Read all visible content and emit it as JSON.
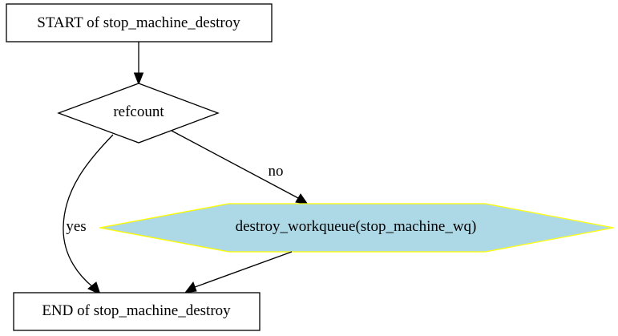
{
  "diagram": {
    "nodes": {
      "start": {
        "label": "START of stop_machine_destroy"
      },
      "decision": {
        "label": "refcount"
      },
      "action": {
        "label": "destroy_workqueue(stop_machine_wq)",
        "fill": "#add8e6",
        "stroke": "#ffff00"
      },
      "end": {
        "label": "END of stop_machine_destroy"
      }
    },
    "edges": {
      "no": {
        "label": "no"
      },
      "yes": {
        "label": "yes"
      }
    }
  }
}
